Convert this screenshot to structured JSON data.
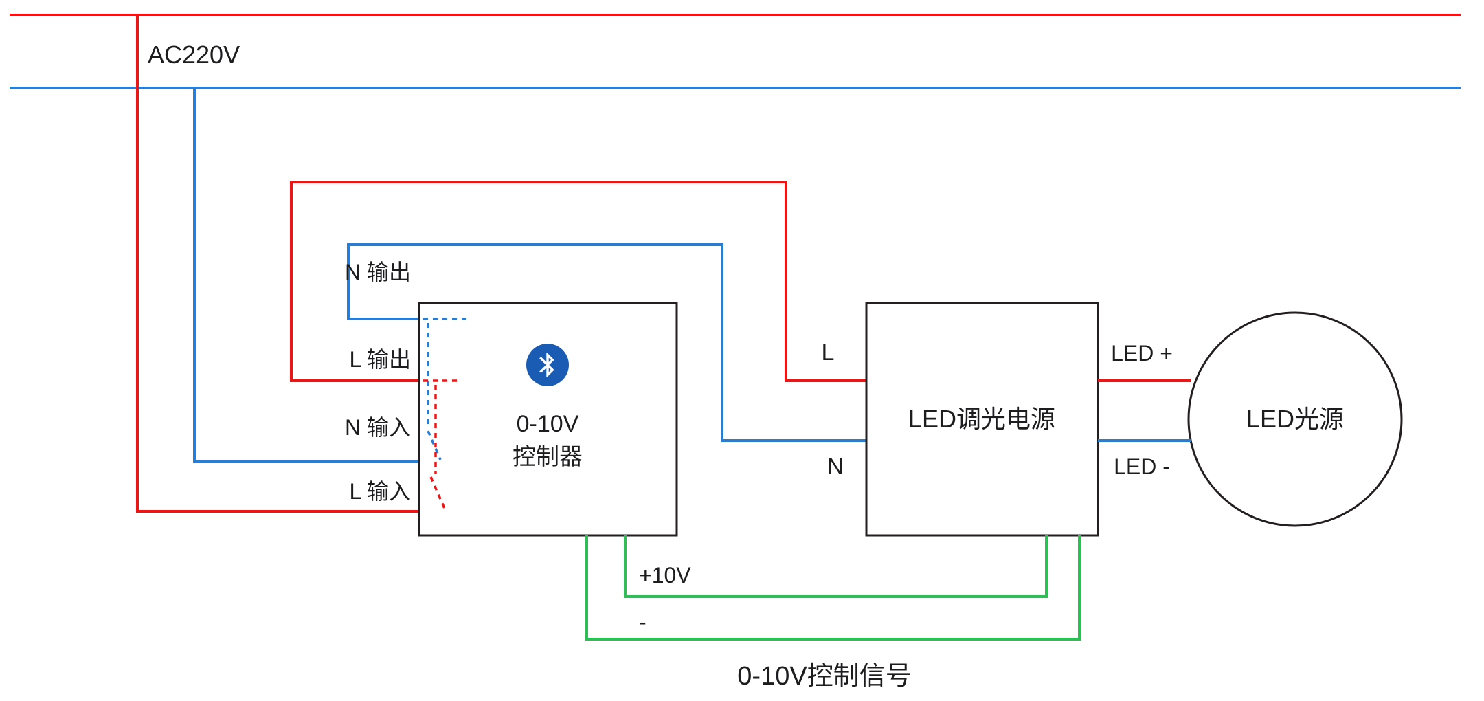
{
  "diagram": {
    "power": {
      "label": "AC220V"
    },
    "controller": {
      "line1": "0-10V",
      "line2": "控制器",
      "terminal_n_out": "N 输出",
      "terminal_l_out": "L 输出",
      "terminal_n_in": "N 输入",
      "terminal_l_in": "L 输入"
    },
    "driver": {
      "name": "LED调光电源",
      "terminal_l": "L",
      "terminal_n": "N"
    },
    "lamp": {
      "name": "LED光源",
      "terminal_plus": "LED +",
      "terminal_minus": "LED -"
    },
    "signal": {
      "plus_label": "+10V",
      "minus_label": "-",
      "caption": "0-10V控制信号"
    }
  },
  "colors": {
    "live": "#f01414",
    "neutral": "#2b7cd3",
    "signal": "#2dbf56",
    "outline": "#231f20",
    "bluetooth": "#1a5cb4"
  }
}
